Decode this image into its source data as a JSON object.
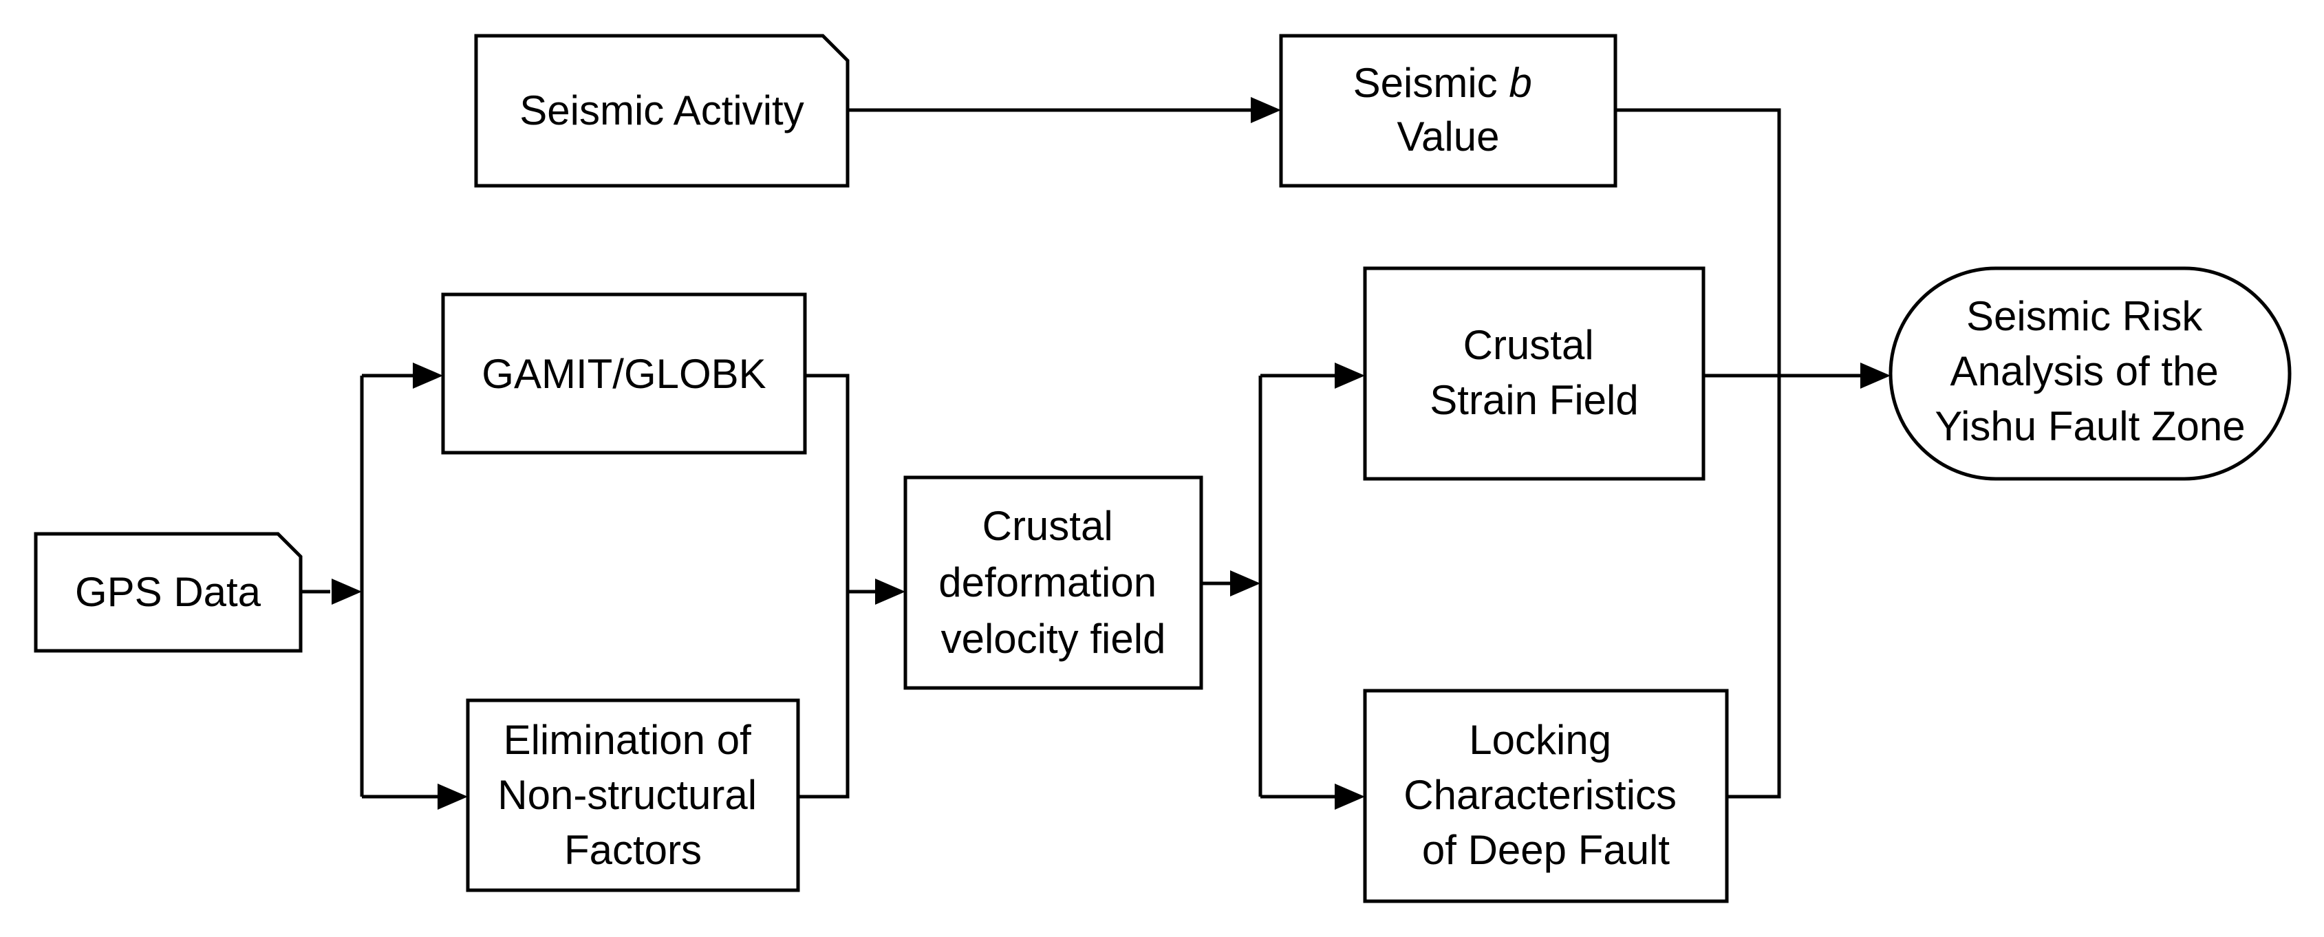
{
  "nodes": {
    "seismic_activity": [
      "Seismic Activity"
    ],
    "seismic_b_value": [
      "Seismic b",
      "Value"
    ],
    "gps_data": [
      "GPS Data"
    ],
    "gamit_globk": [
      "GAMIT/GLOBK"
    ],
    "elimination": [
      "Elimination of",
      "Non-structural",
      "Factors"
    ],
    "velocity_field": [
      "Crustal",
      "deformation",
      "velocity field"
    ],
    "strain_field": [
      "Crustal",
      "Strain Field"
    ],
    "locking": [
      "Locking",
      "Characteristics",
      "of Deep Fault"
    ],
    "risk_analysis": [
      "Seismic Risk",
      "Analysis of the",
      "Yishu Fault Zone"
    ]
  },
  "colors": {
    "stroke": "#000000",
    "fill": "#ffffff",
    "text": "#000000"
  }
}
